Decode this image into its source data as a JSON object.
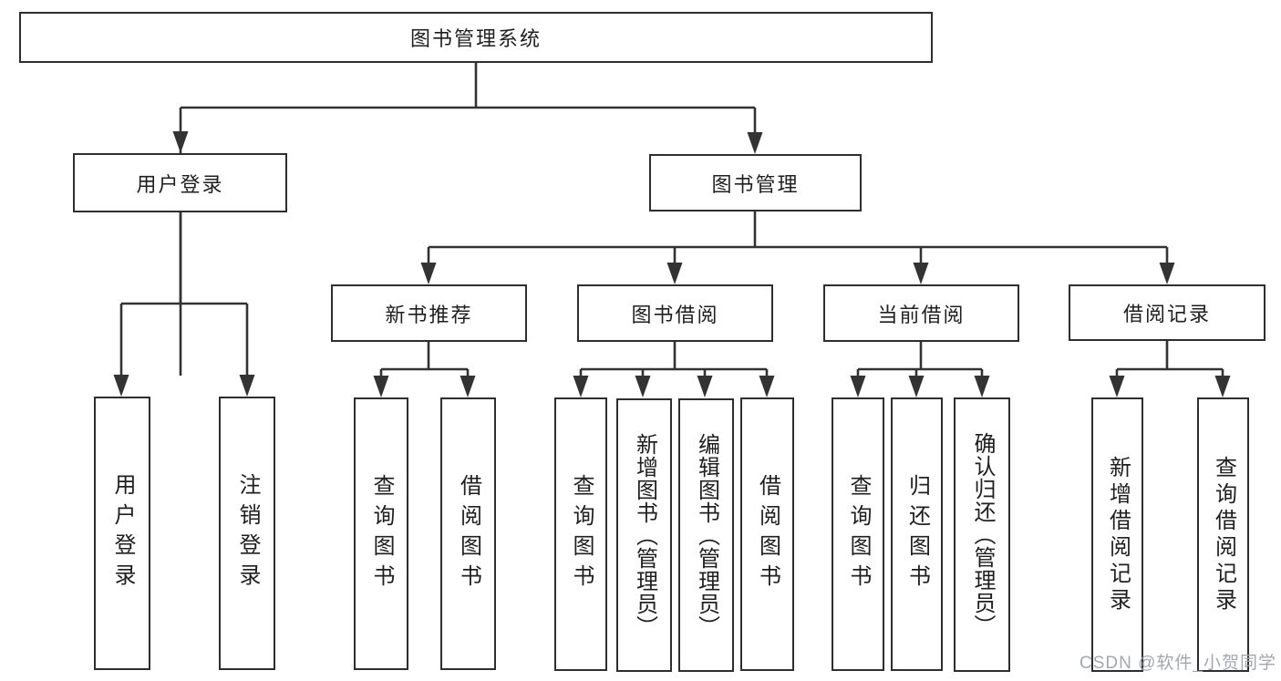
{
  "diagram": {
    "type": "hierarchy-tree",
    "colors": {
      "background": "#ffffff",
      "line": "#333333",
      "box_border": "#2e2e2e",
      "text": "#1f1f1f",
      "watermark": "#a3a7b0"
    },
    "nodes": {
      "root": "图书管理系统",
      "user_login": "用户登录",
      "book_management": "图书管理",
      "new_book_recommend": "新书推荐",
      "book_borrowing": "图书借阅",
      "current_borrowing": "当前借阅",
      "borrowing_records": "借阅记录",
      "leaf_user_login": "用户登录",
      "leaf_logout": "注销登录",
      "leaf_rec_query_books": "查询图书",
      "leaf_rec_borrow_books": "借阅图书",
      "leaf_bb_query_books": "查询图书",
      "leaf_bb_add_books": "新增图书（管理员）",
      "leaf_bb_edit_books": "编辑图书（管理员）",
      "leaf_bb_borrow_books": "借阅图书",
      "leaf_cb_query_books": "查询图书",
      "leaf_cb_return_books": "归还图书",
      "leaf_cb_confirm_return": "确认归还（管理员）",
      "leaf_br_add_record": "新增借阅记录",
      "leaf_br_query_record": "查询借阅记录"
    },
    "watermark": "CSDN @软件_小贺同学"
  }
}
